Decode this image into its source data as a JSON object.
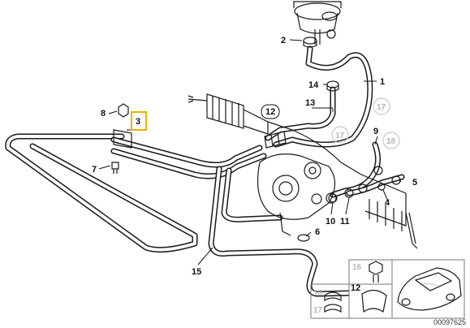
{
  "callouts": {
    "c1": "1",
    "c2": "2",
    "c3": "3",
    "c4": "4",
    "c5": "5",
    "c6": "6",
    "c7": "7",
    "c8": "8",
    "c9": "9",
    "c10": "10",
    "c11": "11",
    "c12": "12",
    "c13": "13",
    "c14": "14",
    "c15": "15"
  },
  "faint_callouts": {
    "f17a": "17",
    "f17b": "17",
    "f18": "18",
    "f17c": "17"
  },
  "legend": {
    "l16": "16",
    "l12": "12",
    "l18": "18",
    "l17": "17"
  },
  "reference": "00097625"
}
